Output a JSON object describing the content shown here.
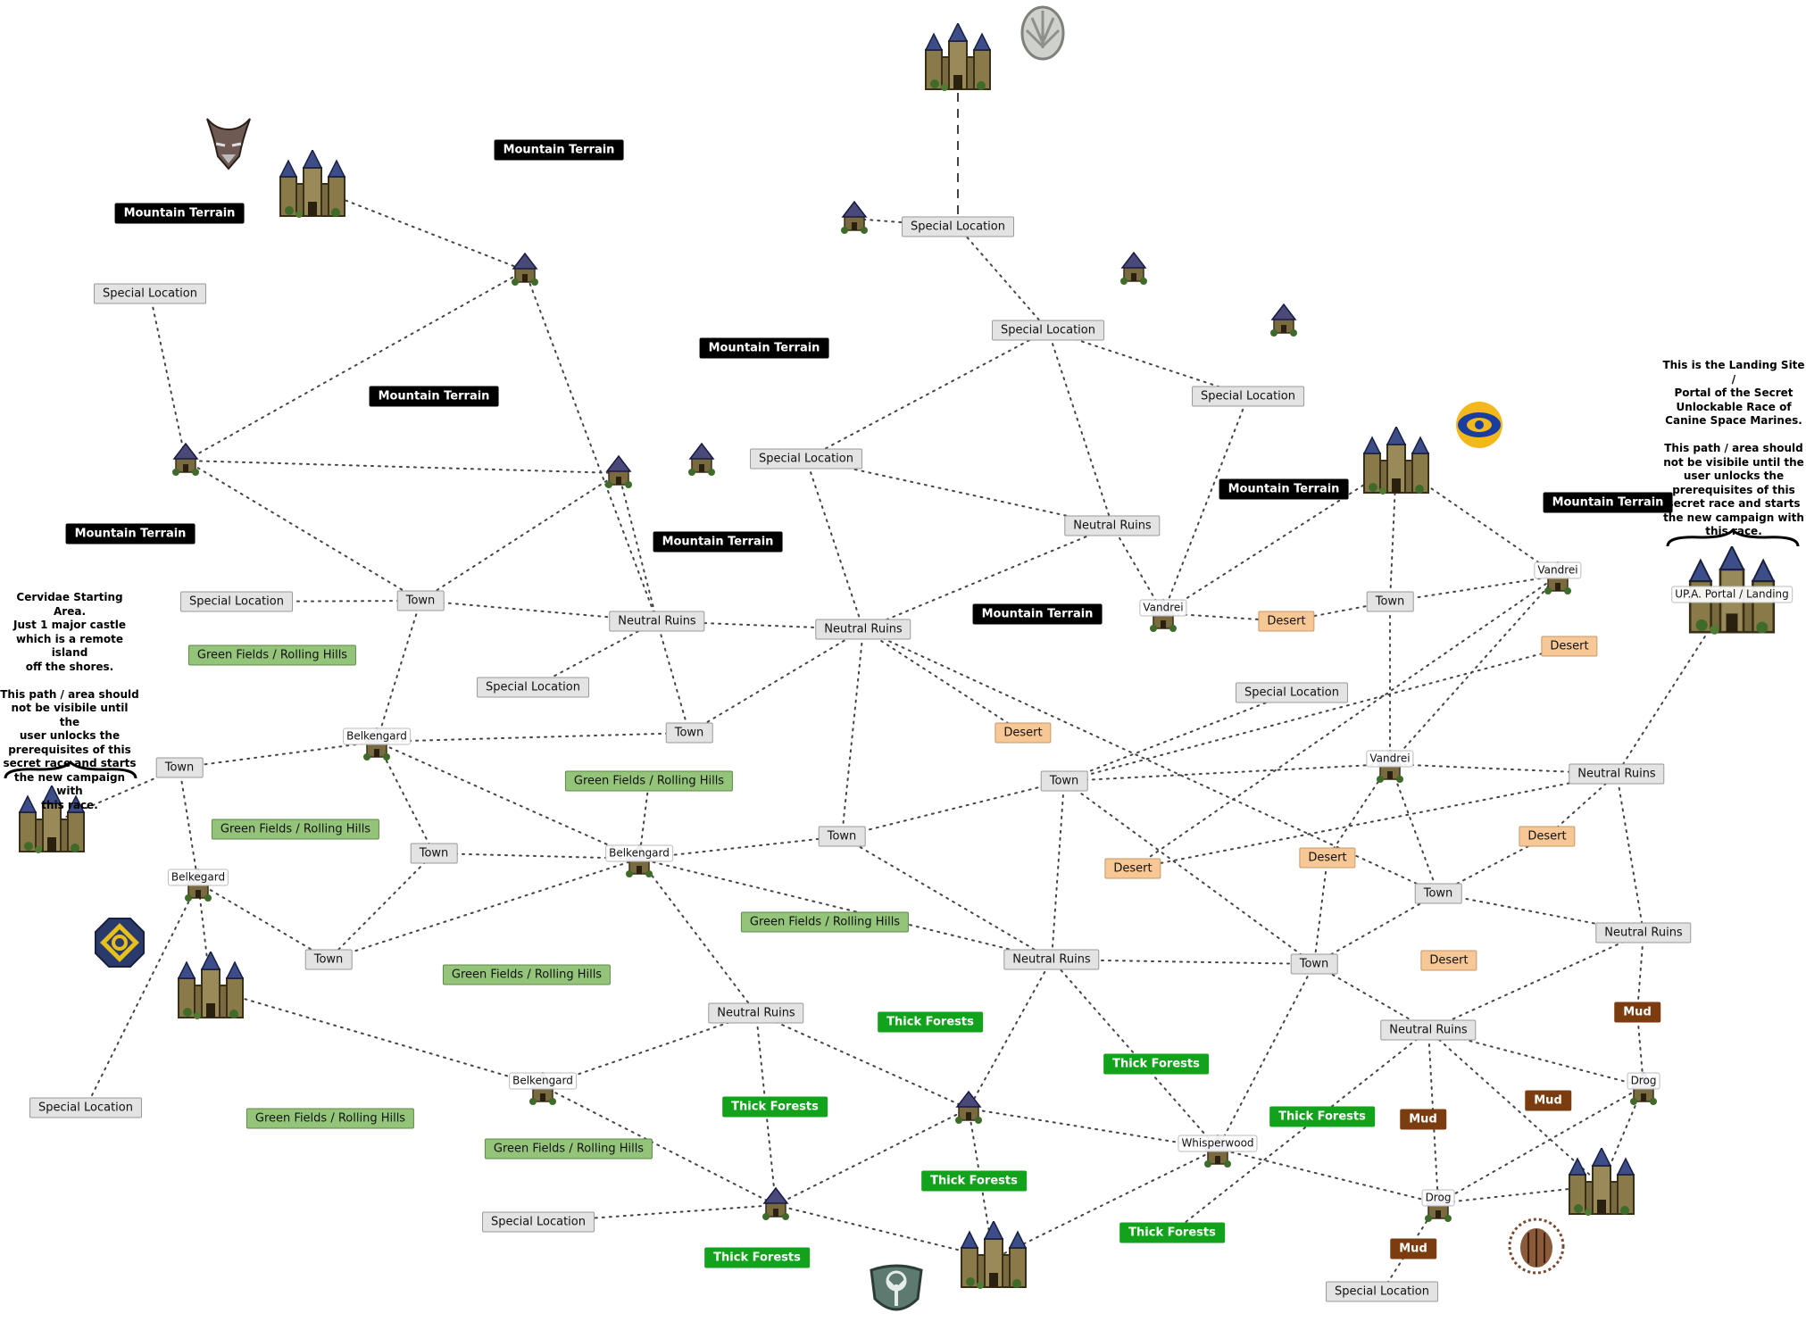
{
  "nodes": {
    "sl1": {
      "type": "special",
      "label": "Special Location"
    },
    "sl2": {
      "type": "special",
      "label": "Special Location"
    },
    "sl3": {
      "type": "special",
      "label": "Special Location"
    },
    "sl4": {
      "type": "special",
      "label": "Special Location"
    },
    "sl5": {
      "type": "special",
      "label": "Special Location"
    },
    "sl6": {
      "type": "special",
      "label": "Special Location"
    },
    "sl7": {
      "type": "special",
      "label": "Special Location"
    },
    "sl8": {
      "type": "special",
      "label": "Special Location"
    },
    "sl9": {
      "type": "special",
      "label": "Special Location"
    },
    "sl10": {
      "type": "special",
      "label": "Special Location"
    },
    "sl11": {
      "type": "special",
      "label": "Special Location"
    },
    "sl12": {
      "type": "special",
      "label": "Special Location"
    },
    "t1": {
      "type": "town",
      "label": "Town"
    },
    "t2": {
      "type": "town",
      "label": "Town"
    },
    "t3": {
      "type": "town",
      "label": "Town"
    },
    "t4": {
      "type": "town",
      "label": "Town"
    },
    "t5": {
      "type": "town",
      "label": "Town"
    },
    "t6": {
      "type": "town",
      "label": "Town"
    },
    "t7": {
      "type": "town",
      "label": "Town"
    },
    "t8": {
      "type": "town",
      "label": "Town"
    },
    "t9": {
      "type": "town",
      "label": "Town"
    },
    "t10": {
      "type": "town",
      "label": "Town"
    },
    "nr1": {
      "type": "ruins",
      "label": "Neutral Ruins"
    },
    "nr2": {
      "type": "ruins",
      "label": "Neutral Ruins"
    },
    "nr3": {
      "type": "ruins",
      "label": "Neutral Ruins"
    },
    "nr4": {
      "type": "ruins",
      "label": "Neutral Ruins"
    },
    "nr5": {
      "type": "ruins",
      "label": "Neutral Ruins"
    },
    "nr6": {
      "type": "ruins",
      "label": "Neutral Ruins"
    },
    "nr7": {
      "type": "ruins",
      "label": "Neutral Ruins"
    },
    "nr8": {
      "type": "ruins",
      "label": "Neutral Ruins"
    },
    "bk1": {
      "type": "castle",
      "label": "Belkengard"
    },
    "bk2": {
      "type": "castle",
      "label": "Belkegard"
    },
    "bk3": {
      "type": "castle",
      "label": "Belkengard"
    },
    "bk4": {
      "type": "castle",
      "label": "Belkengard"
    },
    "vd1": {
      "type": "castle",
      "label": "Vandrei"
    },
    "vd2": {
      "type": "castle",
      "label": "Vandrei"
    },
    "vd3": {
      "type": "castle",
      "label": "Vandrei"
    },
    "wh": {
      "type": "castle",
      "label": "Whisperwood"
    },
    "dg1": {
      "type": "castle",
      "label": "Drog"
    },
    "dg2": {
      "type": "castle",
      "label": "Drog"
    },
    "upa": {
      "type": "castle",
      "label": "UP.A. Portal / Landing"
    },
    "c_n": {
      "type": "keep",
      "label": ""
    },
    "c_nw": {
      "type": "keep",
      "label": ""
    },
    "c_w": {
      "type": "keep",
      "label": ""
    },
    "c_sw": {
      "type": "keep",
      "label": ""
    },
    "c_ne": {
      "type": "keep",
      "label": ""
    },
    "c_s": {
      "type": "keep",
      "label": ""
    },
    "c_se": {
      "type": "keep",
      "label": ""
    },
    "h1": {
      "type": "hut",
      "label": ""
    },
    "h2": {
      "type": "hut",
      "label": ""
    },
    "h3": {
      "type": "hut",
      "label": ""
    },
    "h4": {
      "type": "hut",
      "label": ""
    },
    "h5": {
      "type": "hut",
      "label": ""
    },
    "h6": {
      "type": "hut",
      "label": ""
    },
    "h7": {
      "type": "hut",
      "label": ""
    },
    "h8": {
      "type": "hut",
      "label": ""
    },
    "h9": {
      "type": "hut",
      "label": ""
    },
    "h10": {
      "type": "hut",
      "label": ""
    }
  },
  "edges": [
    [
      "c_n",
      "sl1",
      1
    ],
    [
      "sl1",
      "sl3",
      0
    ],
    [
      "sl3",
      "sl2",
      0
    ],
    [
      "sl3",
      "nr1",
      0
    ],
    [
      "sl3",
      "sl4",
      0
    ],
    [
      "sl4",
      "nr1",
      0
    ],
    [
      "sl4",
      "nr2",
      0
    ],
    [
      "sl2",
      "vd1",
      0
    ],
    [
      "nr1",
      "vd1",
      0
    ],
    [
      "nr1",
      "nr2",
      0
    ],
    [
      "nr2",
      "t10",
      0
    ],
    [
      "nr2",
      "nr3",
      0
    ],
    [
      "nr2",
      "t5",
      0
    ],
    [
      "nr2",
      "desert_2",
      0
    ],
    [
      "c_nw",
      "h1",
      0
    ],
    [
      "h1",
      "h2",
      0
    ],
    [
      "h1",
      "nr3",
      0
    ],
    [
      "sl6",
      "h2",
      0
    ],
    [
      "h2",
      "h3",
      0
    ],
    [
      "h2",
      "t1",
      0
    ],
    [
      "h3",
      "t1",
      0
    ],
    [
      "h3",
      "nr3",
      0
    ],
    [
      "t1",
      "sl7",
      0
    ],
    [
      "t1",
      "nr3",
      0
    ],
    [
      "t1",
      "bk1",
      0
    ],
    [
      "nr3",
      "t2",
      0
    ],
    [
      "nr3",
      "sl8",
      0
    ],
    [
      "t2",
      "bk1",
      0
    ],
    [
      "t2",
      "nr2",
      0
    ],
    [
      "bk1",
      "t3",
      0
    ],
    [
      "bk1",
      "t4",
      0
    ],
    [
      "bk1",
      "bk3",
      0
    ],
    [
      "t3",
      "bk2",
      0
    ],
    [
      "t3",
      "c_w",
      0
    ],
    [
      "bk2",
      "t6",
      0
    ],
    [
      "bk2",
      "sl9",
      0
    ],
    [
      "bk2",
      "c_sw",
      0
    ],
    [
      "t6",
      "t4",
      0
    ],
    [
      "t6",
      "bk3",
      0
    ],
    [
      "t4",
      "bk3",
      0
    ],
    [
      "bk3",
      "t5",
      0
    ],
    [
      "bk3",
      "fields_2",
      0
    ],
    [
      "bk3",
      "nr4",
      0
    ],
    [
      "bk3",
      "nr5",
      0
    ],
    [
      "t5",
      "t7",
      0
    ],
    [
      "t5",
      "nr5",
      0
    ],
    [
      "c_sw",
      "bk4",
      0
    ],
    [
      "nr4",
      "bk4",
      0
    ],
    [
      "nr4",
      "h9",
      0
    ],
    [
      "nr4",
      "h8",
      0
    ],
    [
      "bk4",
      "h9",
      0
    ],
    [
      "sl11",
      "h9",
      0
    ],
    [
      "h9",
      "c_s",
      0
    ],
    [
      "h9",
      "h8",
      0
    ],
    [
      "t7",
      "desert_3",
      0
    ],
    [
      "t7",
      "sl10",
      0
    ],
    [
      "t7",
      "nr5",
      0
    ],
    [
      "t7",
      "t8",
      0
    ],
    [
      "t7",
      "vd3",
      0
    ],
    [
      "vd1",
      "desert_1",
      0
    ],
    [
      "desert_1",
      "t9",
      0
    ],
    [
      "vd1",
      "c_ne",
      0
    ],
    [
      "t9",
      "vd3",
      0
    ],
    [
      "t9",
      "vd2",
      0
    ],
    [
      "t9",
      "c_ne",
      0
    ],
    [
      "c_ne",
      "vd2",
      0
    ],
    [
      "vd2",
      "desert_4",
      0
    ],
    [
      "vd2",
      "vd3",
      0
    ],
    [
      "desert_4",
      "nr6",
      0
    ],
    [
      "upa",
      "nr6",
      0
    ],
    [
      "vd3",
      "nr6",
      0
    ],
    [
      "vd3",
      "t10",
      0
    ],
    [
      "vd3",
      "desert_5",
      0
    ],
    [
      "desert_5",
      "t8",
      0
    ],
    [
      "nr6",
      "desert_6",
      0
    ],
    [
      "desert_6",
      "t10",
      0
    ],
    [
      "nr6",
      "nr7",
      0
    ],
    [
      "t10",
      "nr7",
      0
    ],
    [
      "t10",
      "t8",
      0
    ],
    [
      "t8",
      "nr8",
      0
    ],
    [
      "t8",
      "wh",
      0
    ],
    [
      "nr5",
      "t8",
      0
    ],
    [
      "nr5",
      "h8",
      0
    ],
    [
      "nr5",
      "wh",
      0
    ],
    [
      "h8",
      "wh",
      0
    ],
    [
      "h8",
      "c_s",
      0
    ],
    [
      "wh",
      "c_s",
      0
    ],
    [
      "wh",
      "dg1",
      0
    ],
    [
      "nr8",
      "dg1",
      0
    ],
    [
      "nr8",
      "dg2",
      0
    ],
    [
      "nr8",
      "c_se",
      0
    ],
    [
      "nr8",
      "forest_6",
      0
    ],
    [
      "nr7",
      "nr8",
      0
    ],
    [
      "nr7",
      "mud_1",
      0
    ],
    [
      "mud_1",
      "dg2",
      0
    ],
    [
      "dg2",
      "c_se",
      0
    ],
    [
      "dg1",
      "c_se",
      0
    ],
    [
      "dg1",
      "sl12",
      0
    ],
    [
      "dg2",
      "dg1",
      0
    ],
    [
      "sl1",
      "h5",
      0
    ]
  ],
  "terrain": {
    "mountain_1": {
      "label": "Mountain Terrain"
    },
    "mountain_2": {
      "label": "Mountain Terrain"
    },
    "mountain_3": {
      "label": "Mountain Terrain"
    },
    "mountain_4": {
      "label": "Mountain Terrain"
    },
    "mountain_5": {
      "label": "Mountain Terrain"
    },
    "mountain_6": {
      "label": "Mountain Terrain"
    },
    "mountain_7": {
      "label": "Mountain Terrain"
    },
    "mountain_8": {
      "label": "Mountain Terrain"
    },
    "mountain_9": {
      "label": "Mountain Terrain"
    },
    "fields_1": {
      "label": "Green Fields / Rolling Hills"
    },
    "fields_2": {
      "label": "Green Fields / Rolling Hills"
    },
    "fields_3": {
      "label": "Green Fields / Rolling Hills"
    },
    "fields_4": {
      "label": "Green Fields / Rolling Hills"
    },
    "fields_5": {
      "label": "Green Fields / Rolling Hills"
    },
    "fields_6": {
      "label": "Green Fields / Rolling Hills"
    },
    "fields_7": {
      "label": "Green Fields / Rolling Hills"
    },
    "forest_1": {
      "label": "Thick Forests"
    },
    "forest_2": {
      "label": "Thick Forests"
    },
    "forest_3": {
      "label": "Thick Forests"
    },
    "forest_4": {
      "label": "Thick Forests"
    },
    "forest_5": {
      "label": "Thick Forests"
    },
    "forest_6": {
      "label": "Thick Forests"
    },
    "forest_7": {
      "label": "Thick Forests"
    },
    "desert_1": {
      "label": "Desert"
    },
    "desert_2": {
      "label": "Desert"
    },
    "desert_3": {
      "label": "Desert"
    },
    "desert_4": {
      "label": "Desert"
    },
    "desert_5": {
      "label": "Desert"
    },
    "desert_6": {
      "label": "Desert"
    },
    "desert_7": {
      "label": "Desert"
    },
    "mud_1": {
      "label": "Mud"
    },
    "mud_2": {
      "label": "Mud"
    },
    "mud_3": {
      "label": "Mud"
    },
    "mud_4": {
      "label": "Mud"
    }
  },
  "notes": {
    "cervidae": "Cervidae Starting Area.\nJust 1 major castle\nwhich is a remote island\noff the shores.\n\nThis path / area should\nnot be visibile until the\nuser unlocks the\nprerequisites of this\nsecret race and starts\nthe new campaign with\nthis race.",
    "canine": "This is the Landing Site /\nPortal of the Secret\nUnlockable Race of\nCanine Space Marines.\n\nThis path / area should\nnot be visibile until the\nuser unlocks the\nprerequisites of this\nsecret race and starts\nthe new campaign with\nthis race."
  },
  "emblems": [
    "egg-emblem-icon",
    "demon-helm-emblem-icon",
    "eye-emblem-icon",
    "knot-emblem-icon",
    "tree-shield-emblem-icon",
    "shell-emblem-icon"
  ],
  "colors": {
    "special": "#e3e3e3",
    "mountain": "#000000",
    "fields": "#94c47a",
    "forest": "#13a21c",
    "desert": "#f7c795",
    "mud": "#7b3d10"
  }
}
